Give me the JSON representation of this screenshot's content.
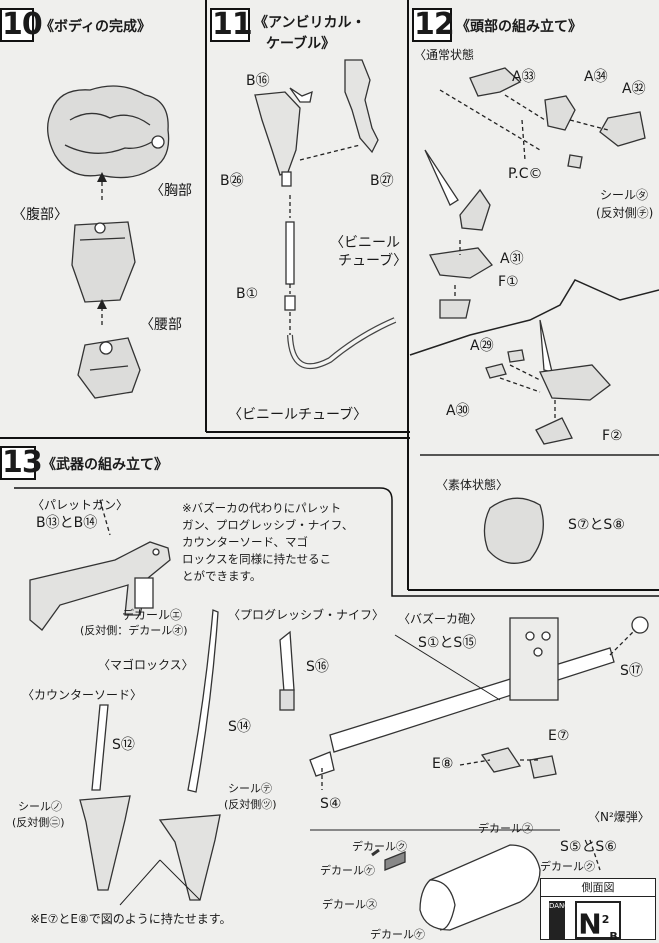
{
  "sections": {
    "s10": {
      "number": "10",
      "title": "《ボディの完成》"
    },
    "s11": {
      "number": "11",
      "title_line1": "《アンビリカル・",
      "title_line2": "ケーブル》"
    },
    "s12": {
      "number": "12",
      "title": "《頭部の組み立て》"
    },
    "s13": {
      "number": "13",
      "title": "《武器の組み立て》"
    }
  },
  "s10_labels": {
    "chest": "〈胸部",
    "abdomen": "〈腹部〉",
    "waist": "〈腰部"
  },
  "s11_labels": {
    "b16": "B⑯",
    "b26": "B㉖",
    "b27": "B㉗",
    "vinyl_tube_1": "〈ビニール",
    "vinyl_tube_2": "チューブ〉",
    "b1": "B①",
    "vinyl_tube_full": "〈ビニールチューブ〉"
  },
  "s12_labels": {
    "normal_state": "〈通常状態",
    "a33": "A㉝",
    "a34": "A㉞",
    "a32": "A㉜",
    "pcc": "P.C©",
    "seal_ta": "シール㋟",
    "seal_ta_reverse": "(反対側㋠)",
    "a31": "A㉛",
    "f1": "F①",
    "a29": "A㉙",
    "a30": "A㉚",
    "f2": "F②",
    "bare_state": "〈素体状態〉",
    "s7s8": "S⑦とS⑧"
  },
  "s13_labels": {
    "pallet_gun": "〈パレットガン〉",
    "b13b14": "B⑬とB⑭",
    "note": "※バズーカの代わりにパレット\nガン、プログレッシブ・ナイフ、\nカウンターソード、マゴ\nロックスを同様に持たせるこ\nとができます。",
    "decal_e": "デカール㋓",
    "decal_e_reverse": "(反対側：デカール㋔)",
    "prog_knife": "〈プログレッシブ・ナイフ〉",
    "s16": "S⑯",
    "magorox": "〈マゴロックス〉",
    "counter_sword": "〈カウンターソード〉",
    "s12": "S⑫",
    "s14": "S⑭",
    "seal_no": "シール㋨",
    "seal_no_reverse": "(反対側㋥)",
    "seal_te": "シール㋢",
    "seal_te_reverse": "(反対側㋡)",
    "hold_note": "※E⑦とE⑧で図のように持たせます。",
    "bazooka": "〈バズーカ砲〉",
    "s1s15": "S①とS⑮",
    "s17": "S⑰",
    "e7": "E⑦",
    "e8": "E⑧",
    "s4": "S④",
    "n2_bomb": "〈N²爆弾〉",
    "decal_ku_1": "デカール㋗",
    "decal_su_1": "デカール㋜",
    "decal_ke_1": "デカール㋘",
    "decal_su_2": "デカール㋜",
    "decal_ke_2": "デカール㋘",
    "decal_ku_2": "デカール㋗",
    "s5s6": "S⑤とS⑥",
    "side_view": "側面図",
    "side_logo": "N",
    "side_logo_sup": "2",
    "side_logo_sub": "B",
    "side_tag": "DANGER"
  },
  "colors": {
    "paper": "#efefed",
    "ink": "#1a1a1a",
    "panel": "#ffffff"
  }
}
